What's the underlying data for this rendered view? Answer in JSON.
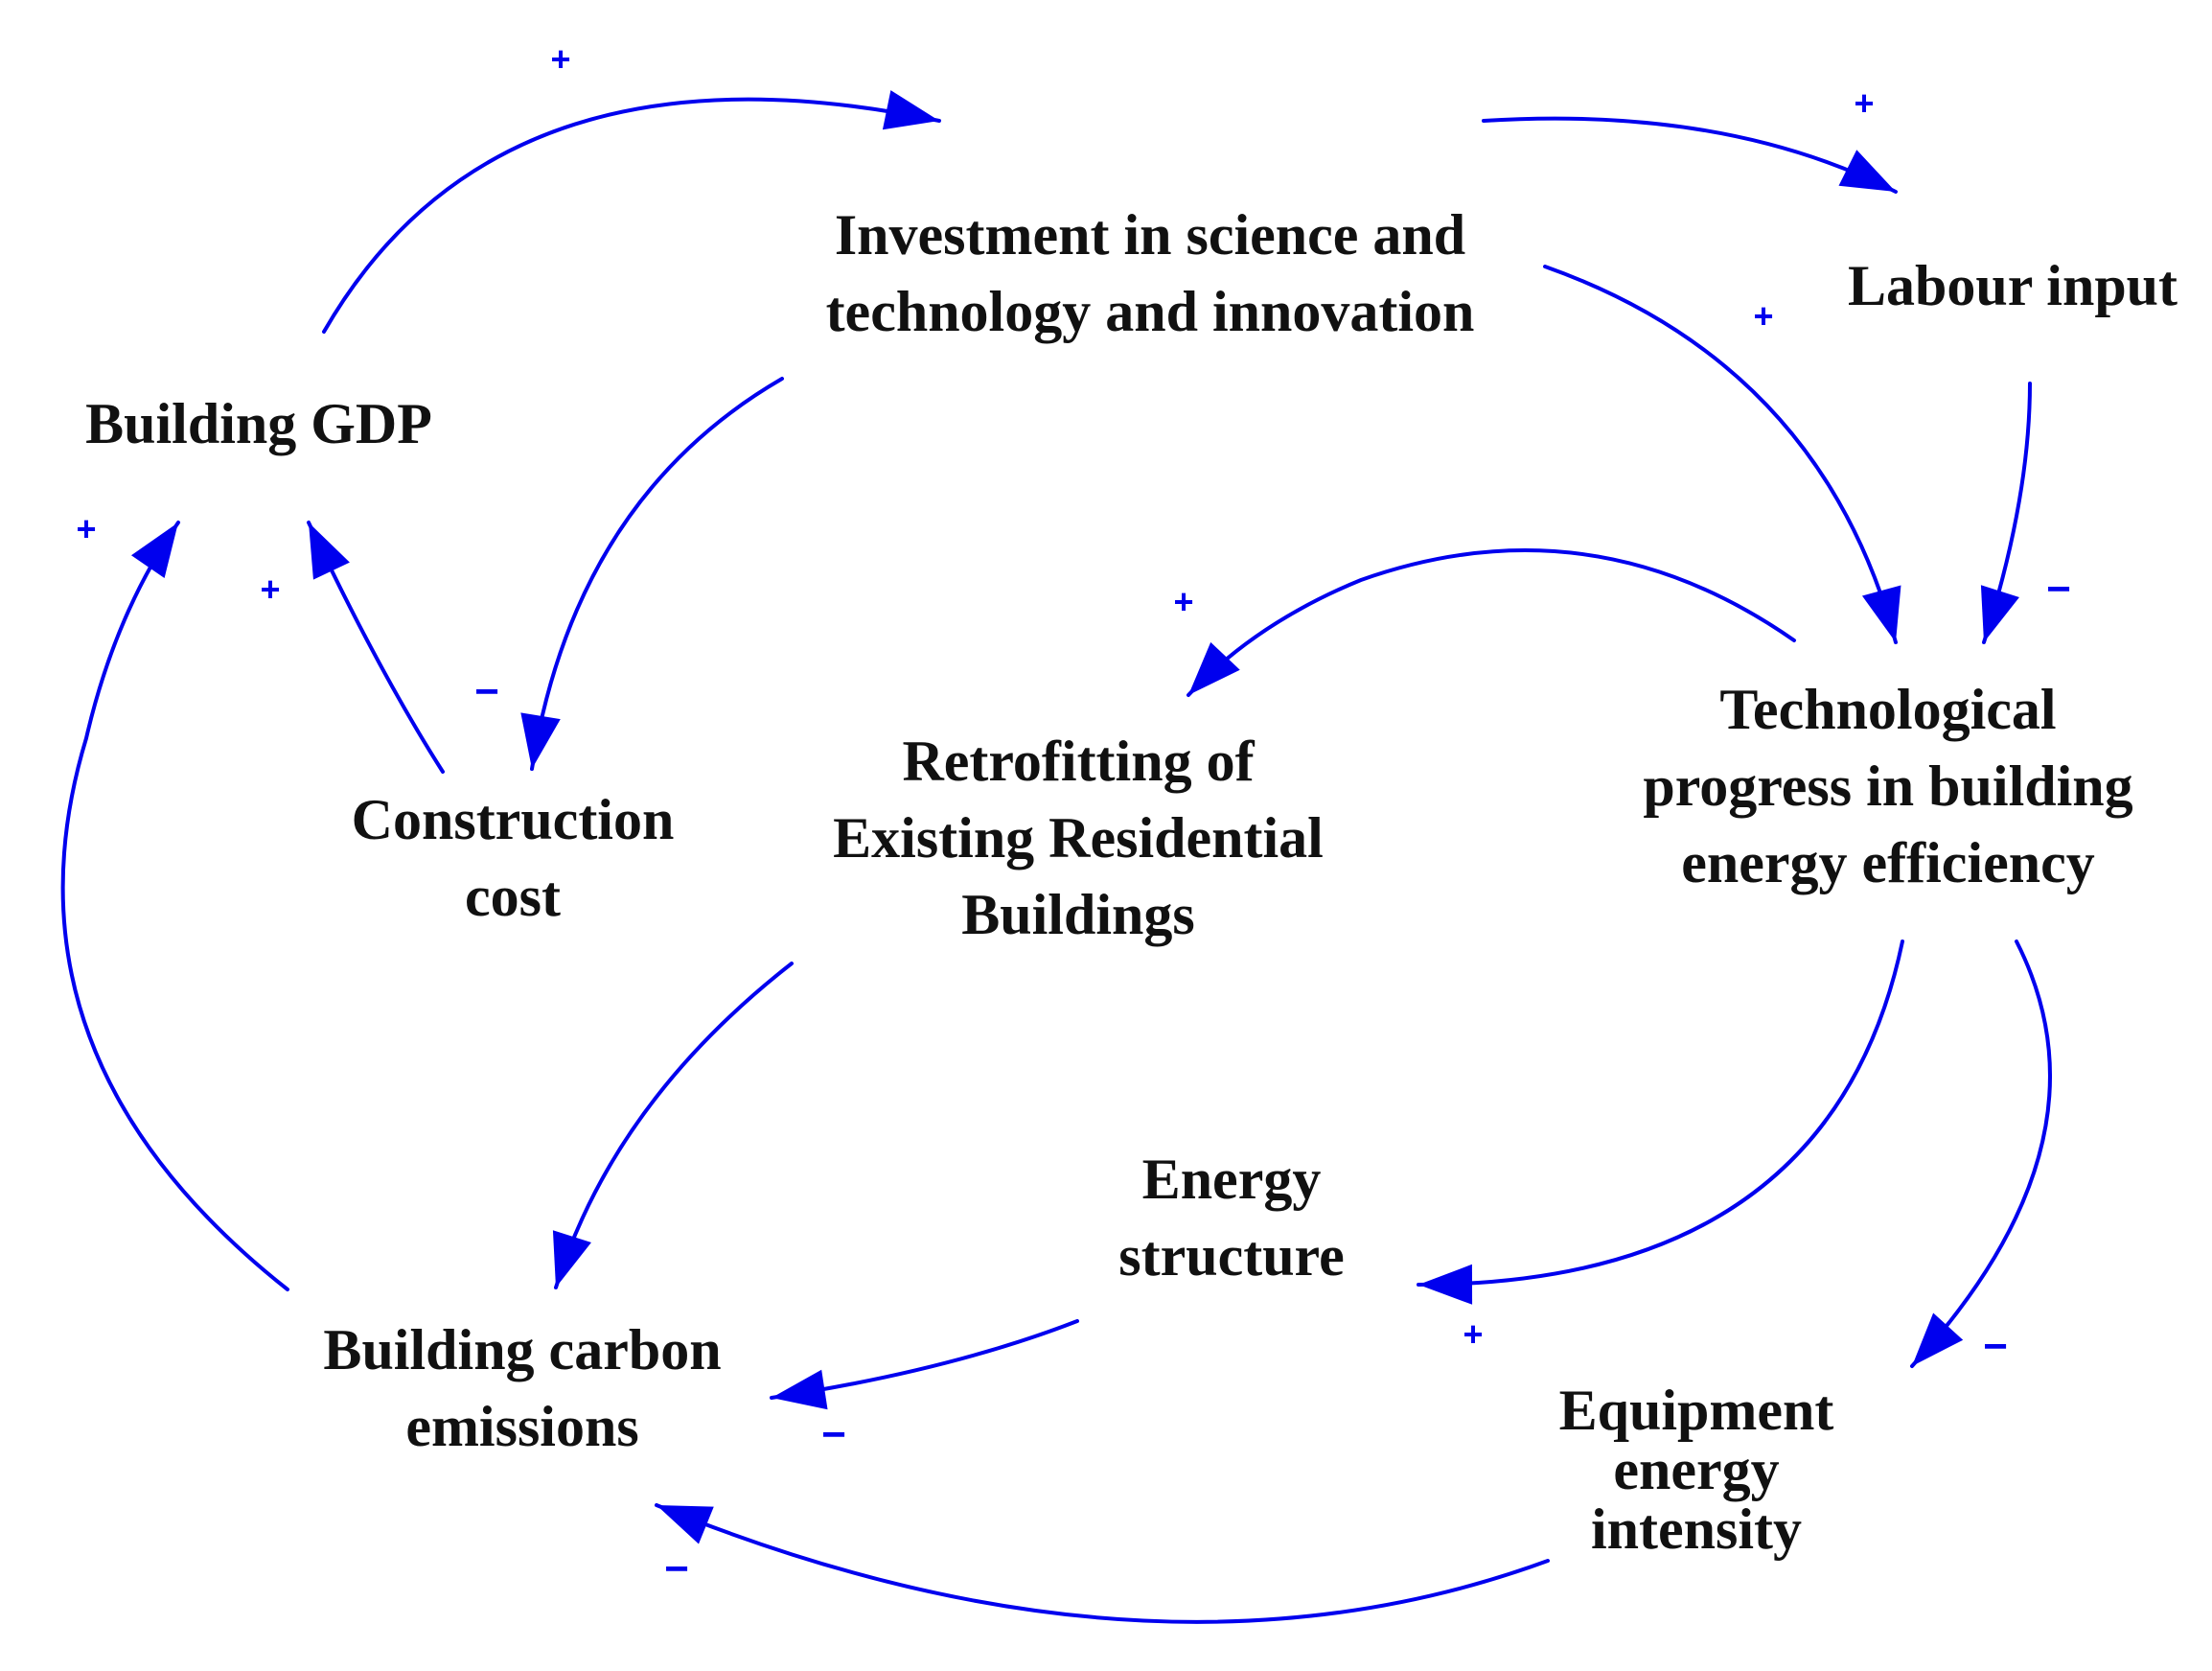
{
  "colors": {
    "link": "#0000ee",
    "text": "#111111",
    "background": "#ffffff"
  },
  "nodes": {
    "investment": {
      "lines": [
        "Investment in science and",
        "technology and innovation"
      ]
    },
    "labour": {
      "lines": [
        "Labour input"
      ]
    },
    "building_gdp": {
      "lines": [
        "Building GDP"
      ]
    },
    "construction_cost": {
      "lines": [
        "Construction",
        "cost"
      ]
    },
    "retrofitting": {
      "lines": [
        "Retrofitting of",
        "Existing Residential",
        "Buildings"
      ]
    },
    "tech_progress": {
      "lines": [
        "Technological",
        "progress in building",
        "energy efficiency"
      ]
    },
    "energy_structure": {
      "lines": [
        "Energy",
        "structure"
      ]
    },
    "carbon_emissions": {
      "lines": [
        "Building carbon",
        "emissions"
      ]
    },
    "equipment_intensity": {
      "lines": [
        "Equipment",
        "energy",
        "intensity"
      ]
    }
  },
  "links": [
    {
      "id": "gdp-to-investment",
      "from": "Building GDP",
      "to": "Investment in science and technology and innovation",
      "polarity": "+"
    },
    {
      "id": "investment-to-labour",
      "from": "Investment in science and technology and innovation",
      "to": "Labour input",
      "polarity": "+"
    },
    {
      "id": "investment-to-tech",
      "from": "Investment in science and technology and innovation",
      "to": "Technological progress in building energy efficiency",
      "polarity": "+"
    },
    {
      "id": "labour-to-tech",
      "from": "Labour input",
      "to": "Technological progress in building energy efficiency",
      "polarity": "−"
    },
    {
      "id": "investment-to-cost",
      "from": "Investment in science and technology and innovation",
      "to": "Construction cost",
      "polarity": "−"
    },
    {
      "id": "cost-to-gdp",
      "from": "Construction cost",
      "to": "Building GDP",
      "polarity": "+"
    },
    {
      "id": "emissions-to-gdp",
      "from": "Building carbon emissions",
      "to": "Building GDP",
      "polarity": "+"
    },
    {
      "id": "tech-to-retrofit",
      "from": "Technological progress in building energy efficiency",
      "to": "Retrofitting of Existing Residential Buildings",
      "polarity": "+"
    },
    {
      "id": "retrofit-to-emissions",
      "from": "Retrofitting of Existing Residential Buildings",
      "to": "Building carbon emissions",
      "polarity": ""
    },
    {
      "id": "tech-to-structure",
      "from": "Technological progress in building energy efficiency",
      "to": "Energy structure",
      "polarity": "+"
    },
    {
      "id": "tech-to-intensity",
      "from": "Technological progress in building energy efficiency",
      "to": "Equipment energy intensity",
      "polarity": "−"
    },
    {
      "id": "structure-to-emissions",
      "from": "Energy structure",
      "to": "Building carbon emissions",
      "polarity": "−"
    },
    {
      "id": "intensity-to-emissions",
      "from": "Equipment energy intensity",
      "to": "Building carbon emissions",
      "polarity": "−"
    }
  ]
}
